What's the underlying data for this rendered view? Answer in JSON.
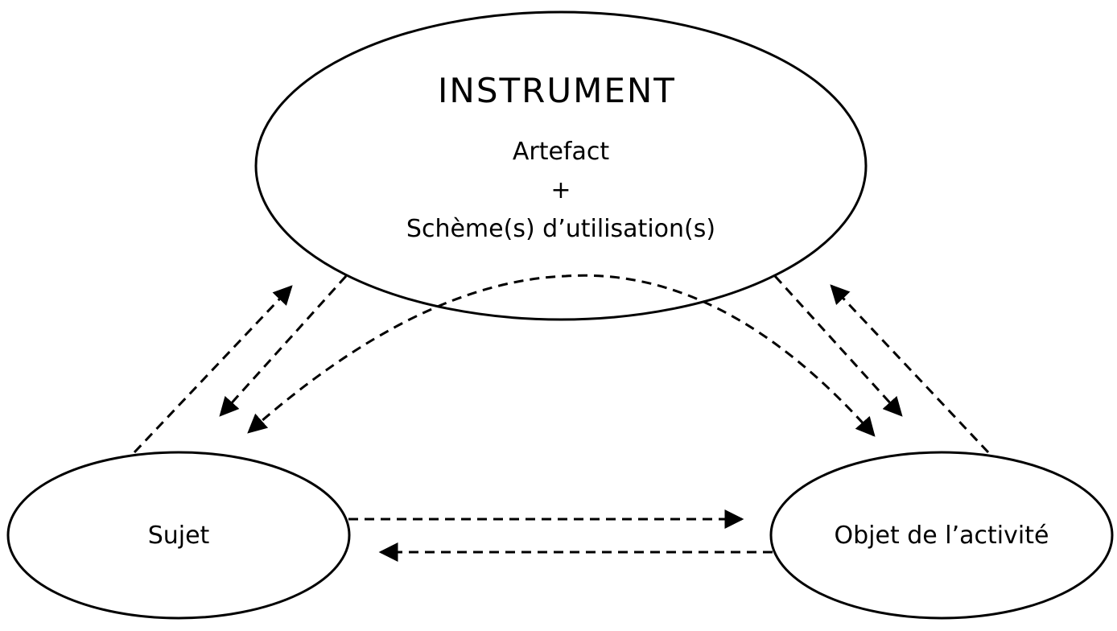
{
  "diagram": {
    "title": "Instrumental activity model",
    "nodes": {
      "instrument": {
        "title": "INSTRUMENT",
        "lines": [
          "Artefact",
          "+",
          "Schème(s) d’utilisation(s)"
        ]
      },
      "subject": {
        "label": "Sujet"
      },
      "object": {
        "label": "Objet de l’activité"
      }
    },
    "edges": [
      {
        "id": "subject-to-instrument",
        "from": "Sujet",
        "to": "INSTRUMENT",
        "style": "dashed"
      },
      {
        "id": "instrument-to-subject",
        "from": "INSTRUMENT",
        "to": "Sujet",
        "style": "dashed"
      },
      {
        "id": "object-to-subject-arc",
        "from": "Objet de l’activité",
        "to": "Sujet",
        "style": "dashed",
        "bidirectional": true
      },
      {
        "id": "instrument-to-object",
        "from": "INSTRUMENT",
        "to": "Objet de l’activité",
        "style": "dashed"
      },
      {
        "id": "object-to-instrument",
        "from": "Objet de l’activité",
        "to": "INSTRUMENT",
        "style": "dashed"
      },
      {
        "id": "subject-to-object",
        "from": "Sujet",
        "to": "Objet de l’activité",
        "style": "dashed"
      },
      {
        "id": "object-to-subject",
        "from": "Objet de l’activité",
        "to": "Sujet",
        "style": "dashed"
      }
    ],
    "stroke_color": "#000000",
    "background_color": "#ffffff"
  }
}
